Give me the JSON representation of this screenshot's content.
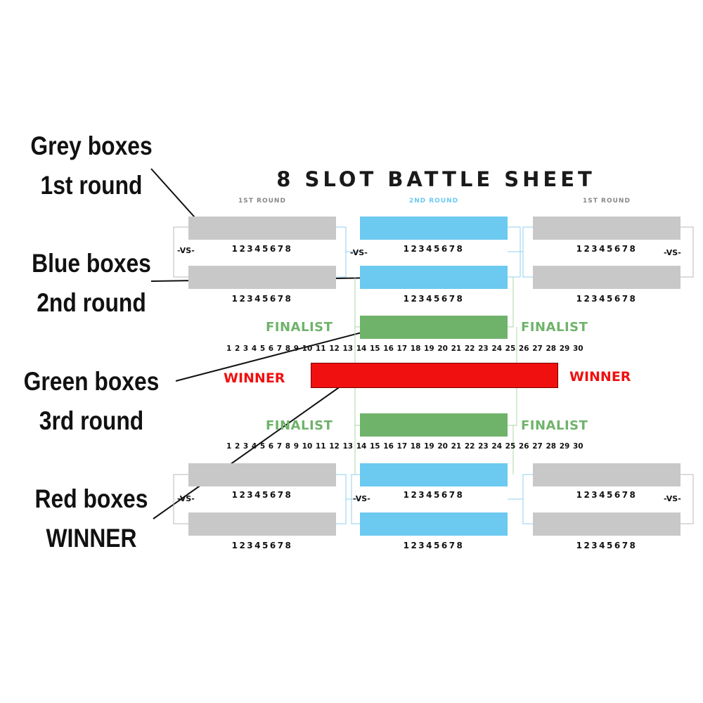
{
  "title": "8 SLOT BATTLE SHEET",
  "round_labels": {
    "left": "1ST ROUND",
    "center": "2ND ROUND",
    "right": "1ST ROUND"
  },
  "callouts": {
    "grey": [
      "Grey boxes",
      "1st round"
    ],
    "blue": [
      "Blue boxes",
      "2nd round"
    ],
    "green": [
      "Green boxes",
      "3rd round"
    ],
    "red": [
      "Red boxes",
      "WINNER"
    ]
  },
  "vs_label": "-VS-",
  "slot_numbers": "12345678",
  "finalist_label": "FINALIST",
  "winner_label": "WINNER",
  "score_scale": "1 2 3 4 5 6 7 8 9 10 11 12 13 14 15 16 17 18 19 20 21 22 23 24 25 26 27 28 29 30",
  "colors": {
    "grey": "#c8c8c8",
    "blue": "#6cc9f0",
    "green": "#6fb36a",
    "red": "#f01010"
  }
}
